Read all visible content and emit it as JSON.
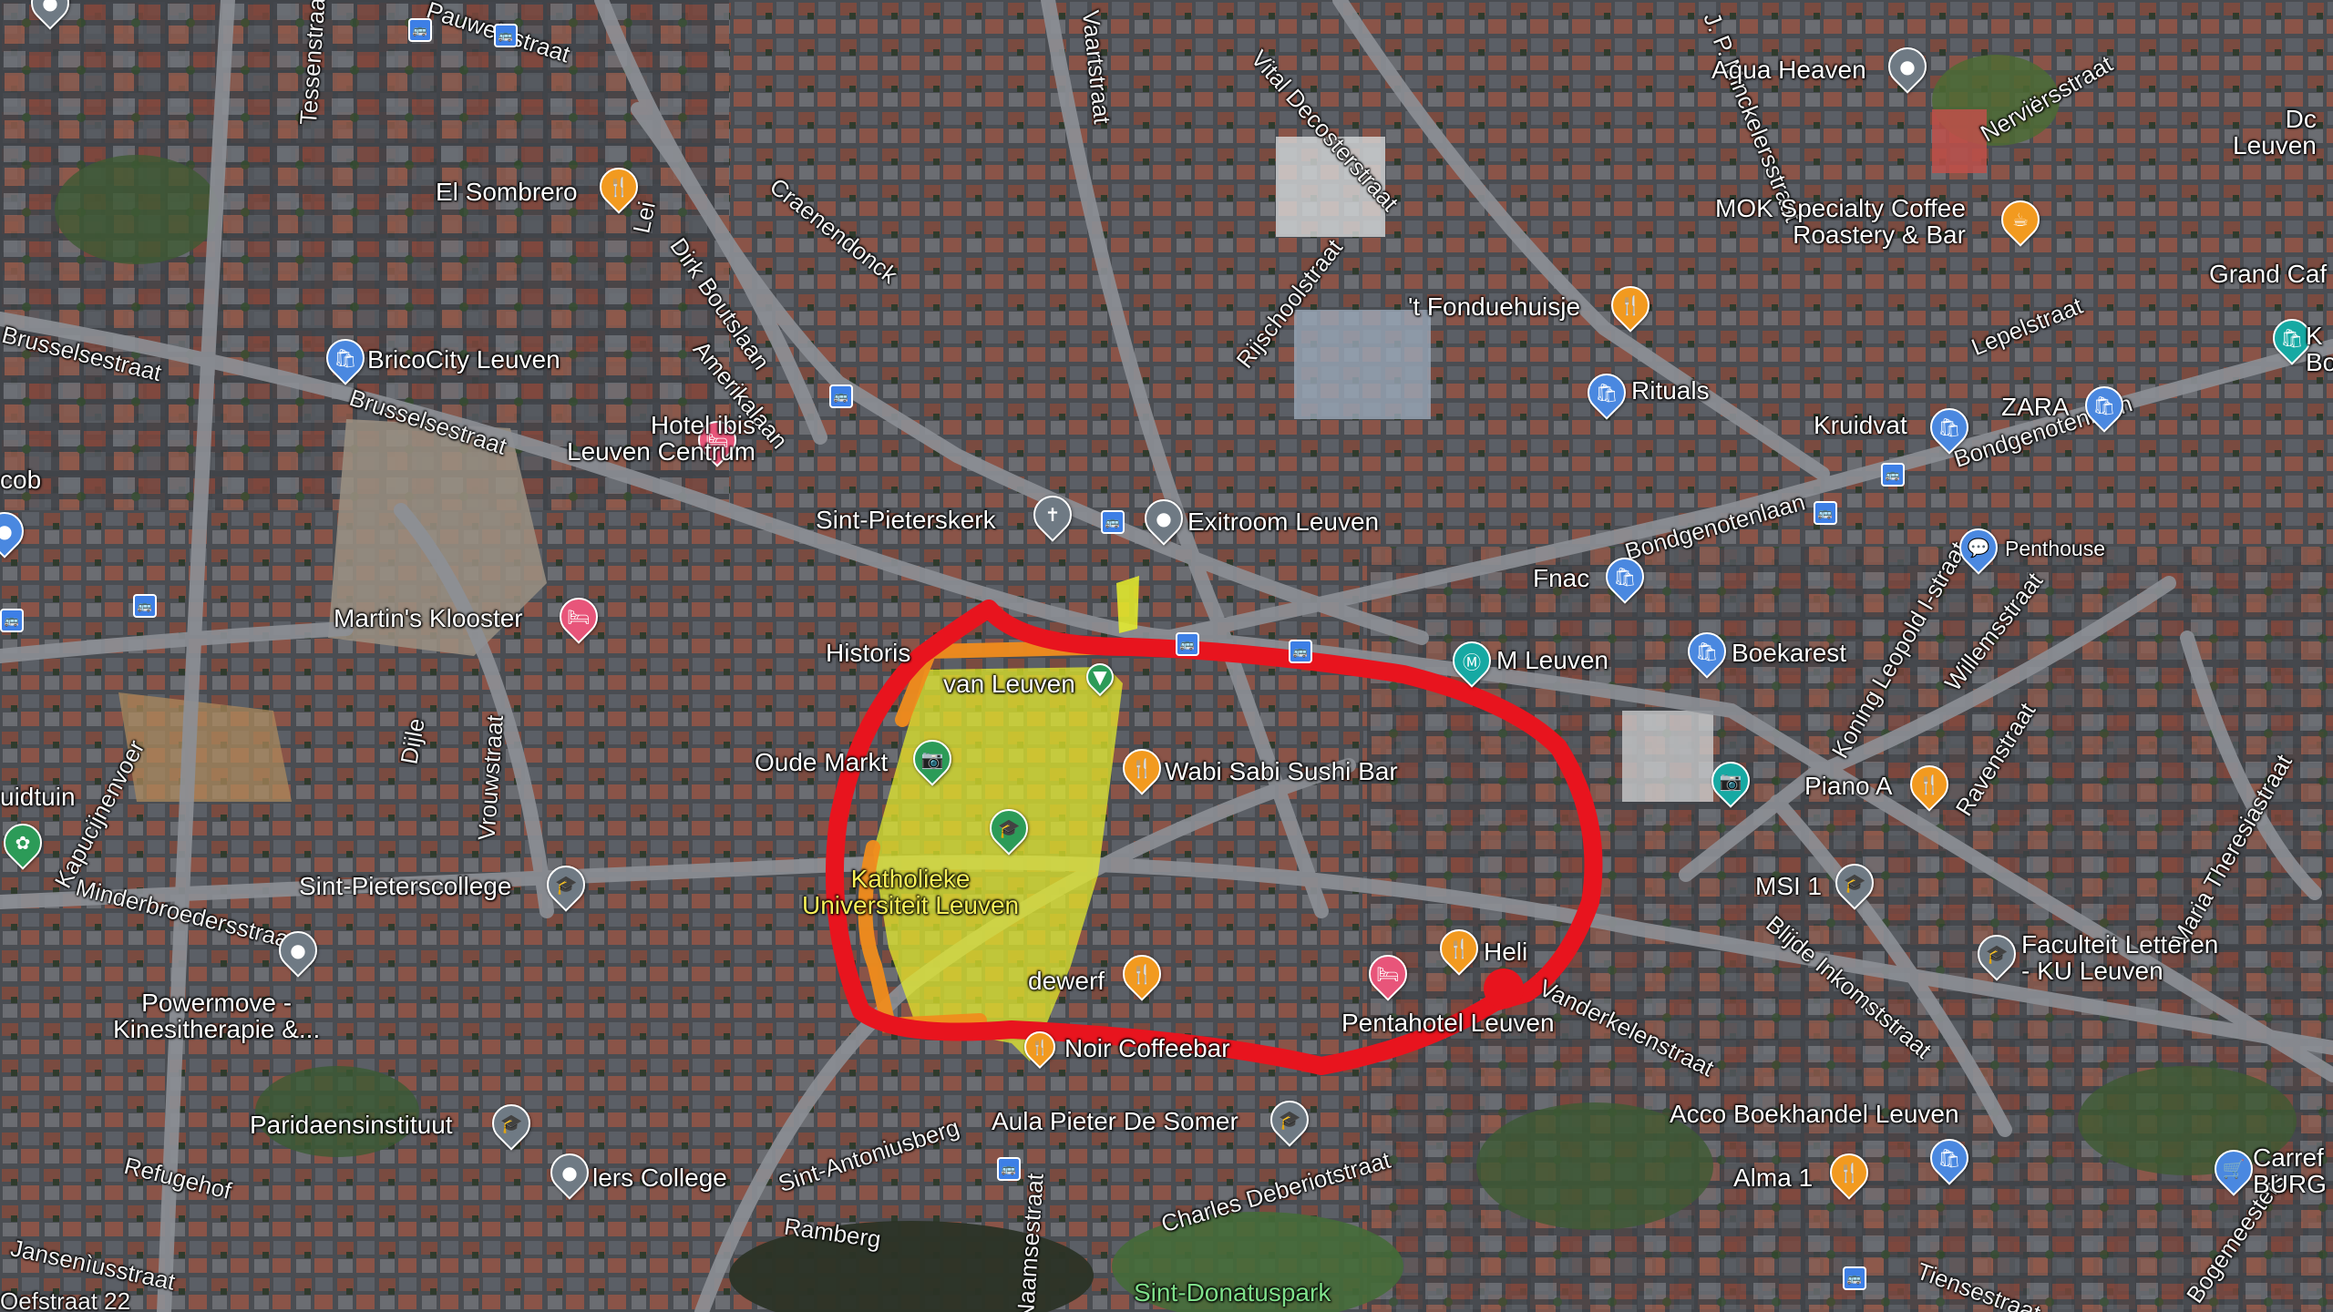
{
  "map": {
    "streets": [
      "Pauwelsstraat",
      "Tessenstraat",
      "Dirk Boutslaan",
      "Craenendonck",
      "Amerikalaan",
      "Lei",
      "Vaartstraat",
      "Vital Decosterstraat",
      "Rijschoolstraat",
      "J. P. Minckelersstraat",
      "Nerviërsstraat",
      "Brusselsestraat",
      "Brusselsestraat",
      "Lepelstraat",
      "Bondgenotenlaan",
      "Bondgenotenlaan",
      "Koning Leopold I-straat",
      "Willemsstraat",
      "Ravenstraat",
      "Maria Theresiastraat",
      "Dijle",
      "Kapucijnenvoer",
      "Minderbroedersstraat",
      "Vrouwstraat",
      "Refugehof",
      "Jansenìusstraat",
      "Sint-Antoniusberg",
      "Ramberg",
      "Naamsestraat",
      "Charles Deberiotstraat",
      "Blijde Inkomststraat",
      "Tiensestraat",
      "Bogemeesters",
      "Vanderkelenstraat",
      "Oefstraat 22"
    ],
    "places": [
      {
        "name": "El Sombrero",
        "icon": "fork-knife-icon"
      },
      {
        "name": "BricoCity Leuven",
        "icon": "shopping-bag-icon"
      },
      {
        "name": "Hotel ibis\nLeuven Centrum",
        "icon": "bed-icon"
      },
      {
        "name": "Sint-Pieterskerk",
        "icon": "cross-icon"
      },
      {
        "name": "Exitroom Leuven",
        "icon": "location-pin-icon"
      },
      {
        "name": "Martin's Klooster",
        "icon": "bed-icon"
      },
      {
        "name": "Historis",
        "icon": ""
      },
      {
        "name": "van Leuven",
        "icon": "location-pin-icon"
      },
      {
        "name": "Oude Markt",
        "icon": "camera-icon"
      },
      {
        "name": "Wabi Sabi Sushi Bar",
        "icon": "fork-knife-icon"
      },
      {
        "name": "Katholieke\nUniversiteit Leuven",
        "icon": "graduation-cap-icon"
      },
      {
        "name": "Sint-Pieterscollege",
        "icon": "graduation-cap-icon"
      },
      {
        "name": "Powermove -\nKinesitherapie &...",
        "icon": "location-pin-icon"
      },
      {
        "name": "Paridaensinstituut",
        "icon": "graduation-cap-icon"
      },
      {
        "name": "lers College",
        "icon": "location-pin-icon"
      },
      {
        "name": "dewerf",
        "icon": "fork-knife-icon"
      },
      {
        "name": "Noir Coffeebar",
        "icon": "fork-knife-icon"
      },
      {
        "name": "Aula Pieter De Somer",
        "icon": "graduation-cap-icon"
      },
      {
        "name": "Heli",
        "icon": "fork-knife-icon"
      },
      {
        "name": "Pentahotel Leuven",
        "icon": "bed-icon"
      },
      {
        "name": "Aqua Heaven",
        "icon": "location-pin-icon"
      },
      {
        "name": "MOK Specialty Coffee\nRoastery & Bar",
        "icon": "coffee-icon"
      },
      {
        "name": "'t Fonduehuisje",
        "icon": "fork-knife-icon"
      },
      {
        "name": "Rituals",
        "icon": "shopping-bag-icon"
      },
      {
        "name": "Kruidvat",
        "icon": "shopping-bag-icon"
      },
      {
        "name": "ZARA",
        "icon": "shopping-bag-icon"
      },
      {
        "name": "Fnac",
        "icon": "shopping-bag-icon"
      },
      {
        "name": "Penthouse",
        "icon": "chat-bubble-icon"
      },
      {
        "name": "M Leuven",
        "icon": "museum-icon"
      },
      {
        "name": "Boekarest",
        "icon": "shopping-bag-icon"
      },
      {
        "name": "Piano A",
        "icon": "fork-knife-icon"
      },
      {
        "name": "MSI 1",
        "icon": "graduation-cap-icon"
      },
      {
        "name": "Faculteit Letteren\n- KU Leuven",
        "icon": "graduation-cap-icon"
      },
      {
        "name": "Acco Boekhandel Leuven",
        "icon": "shopping-bag-icon"
      },
      {
        "name": "Alma 1",
        "icon": "fork-knife-icon"
      },
      {
        "name": "Sint-Donatuspark",
        "icon": ""
      },
      {
        "name": "Grand Caf",
        "icon": ""
      },
      {
        "name": "Dc\nLeuven",
        "icon": ""
      },
      {
        "name": "K\nBonc",
        "icon": "shopping-bag-icon"
      },
      {
        "name": "Carref\nBURG",
        "icon": "shopping-cart-icon"
      },
      {
        "name": "cob",
        "icon": "location-pin-icon"
      },
      {
        "name": "uidtuin",
        "icon": "flower-icon"
      }
    ],
    "colors": {
      "annotation_red": "#e8141e",
      "highlight_yellow": "#e7ee2a",
      "highlight_orange": "#f08c1c",
      "poi_food": "#f29a1f",
      "poi_shop": "#4a88e0",
      "poi_hotel": "#e8557a"
    }
  }
}
